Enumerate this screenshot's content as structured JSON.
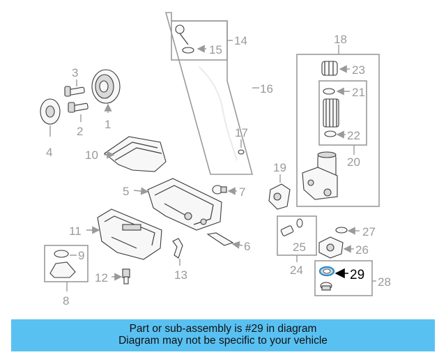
{
  "callouts": {
    "c1": "1",
    "c2": "2",
    "c3": "3",
    "c4": "4",
    "c5": "5",
    "c6": "6",
    "c7": "7",
    "c8": "8",
    "c9": "9",
    "c10": "10",
    "c11": "11",
    "c12": "12",
    "c13": "13",
    "c14": "14",
    "c15": "15",
    "c16": "16",
    "c17": "17",
    "c18": "18",
    "c19": "19",
    "c20": "20",
    "c21": "21",
    "c22": "22",
    "c23": "23",
    "c24": "24",
    "c25": "25",
    "c26": "26",
    "c27": "27",
    "c28": "28",
    "c29": "29"
  },
  "highlighted_part": "29",
  "colors": {
    "banner": "#59c1f2",
    "callout": "#9a9a9a",
    "highlight": "#000000",
    "highlight_ring": "#2f8fd0"
  },
  "banner": {
    "line1": "Part or sub-assembly is #29 in diagram",
    "line2": "Diagram may not be specific to your vehicle"
  }
}
